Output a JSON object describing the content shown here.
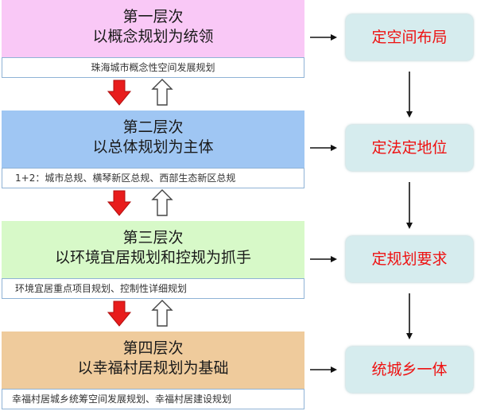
{
  "levels": [
    {
      "title": "第一层次",
      "subtitle": "以概念规划为统领",
      "detail": "珠海城市概念性空间发展规划",
      "color": "#f9c8f6"
    },
    {
      "title": "第二层次",
      "subtitle": "以总体规划为主体",
      "detail": "1+2：城市总规、横琴新区总规、西部生态新区总规",
      "color": "#9fc6f3"
    },
    {
      "title": "第三层次",
      "subtitle": "以环境宜居规划和控规为抓手",
      "detail": "环境宜居重点项目规划、控制性详细规划",
      "color": "#d7f9c8"
    },
    {
      "title": "第四层次",
      "subtitle": "以幸福村居规划为基础",
      "detail": "幸福村居城乡统筹空间发展规划、幸福村居建设规划",
      "color": "#efcb9c"
    }
  ],
  "goals": [
    "定空间布局",
    "定法定地位",
    "定规划要求",
    "统城乡一体"
  ],
  "colors": {
    "goal_text": "#ee1111",
    "goal_bg": "#d6ecee",
    "down_arrow": "#e81c1c",
    "up_arrow": "#ffffff"
  },
  "icons": {
    "down": "red-down-arrow-icon",
    "up": "hollow-up-arrow-icon",
    "right": "right-arrow-icon",
    "flow_down": "down-arrow-icon"
  }
}
